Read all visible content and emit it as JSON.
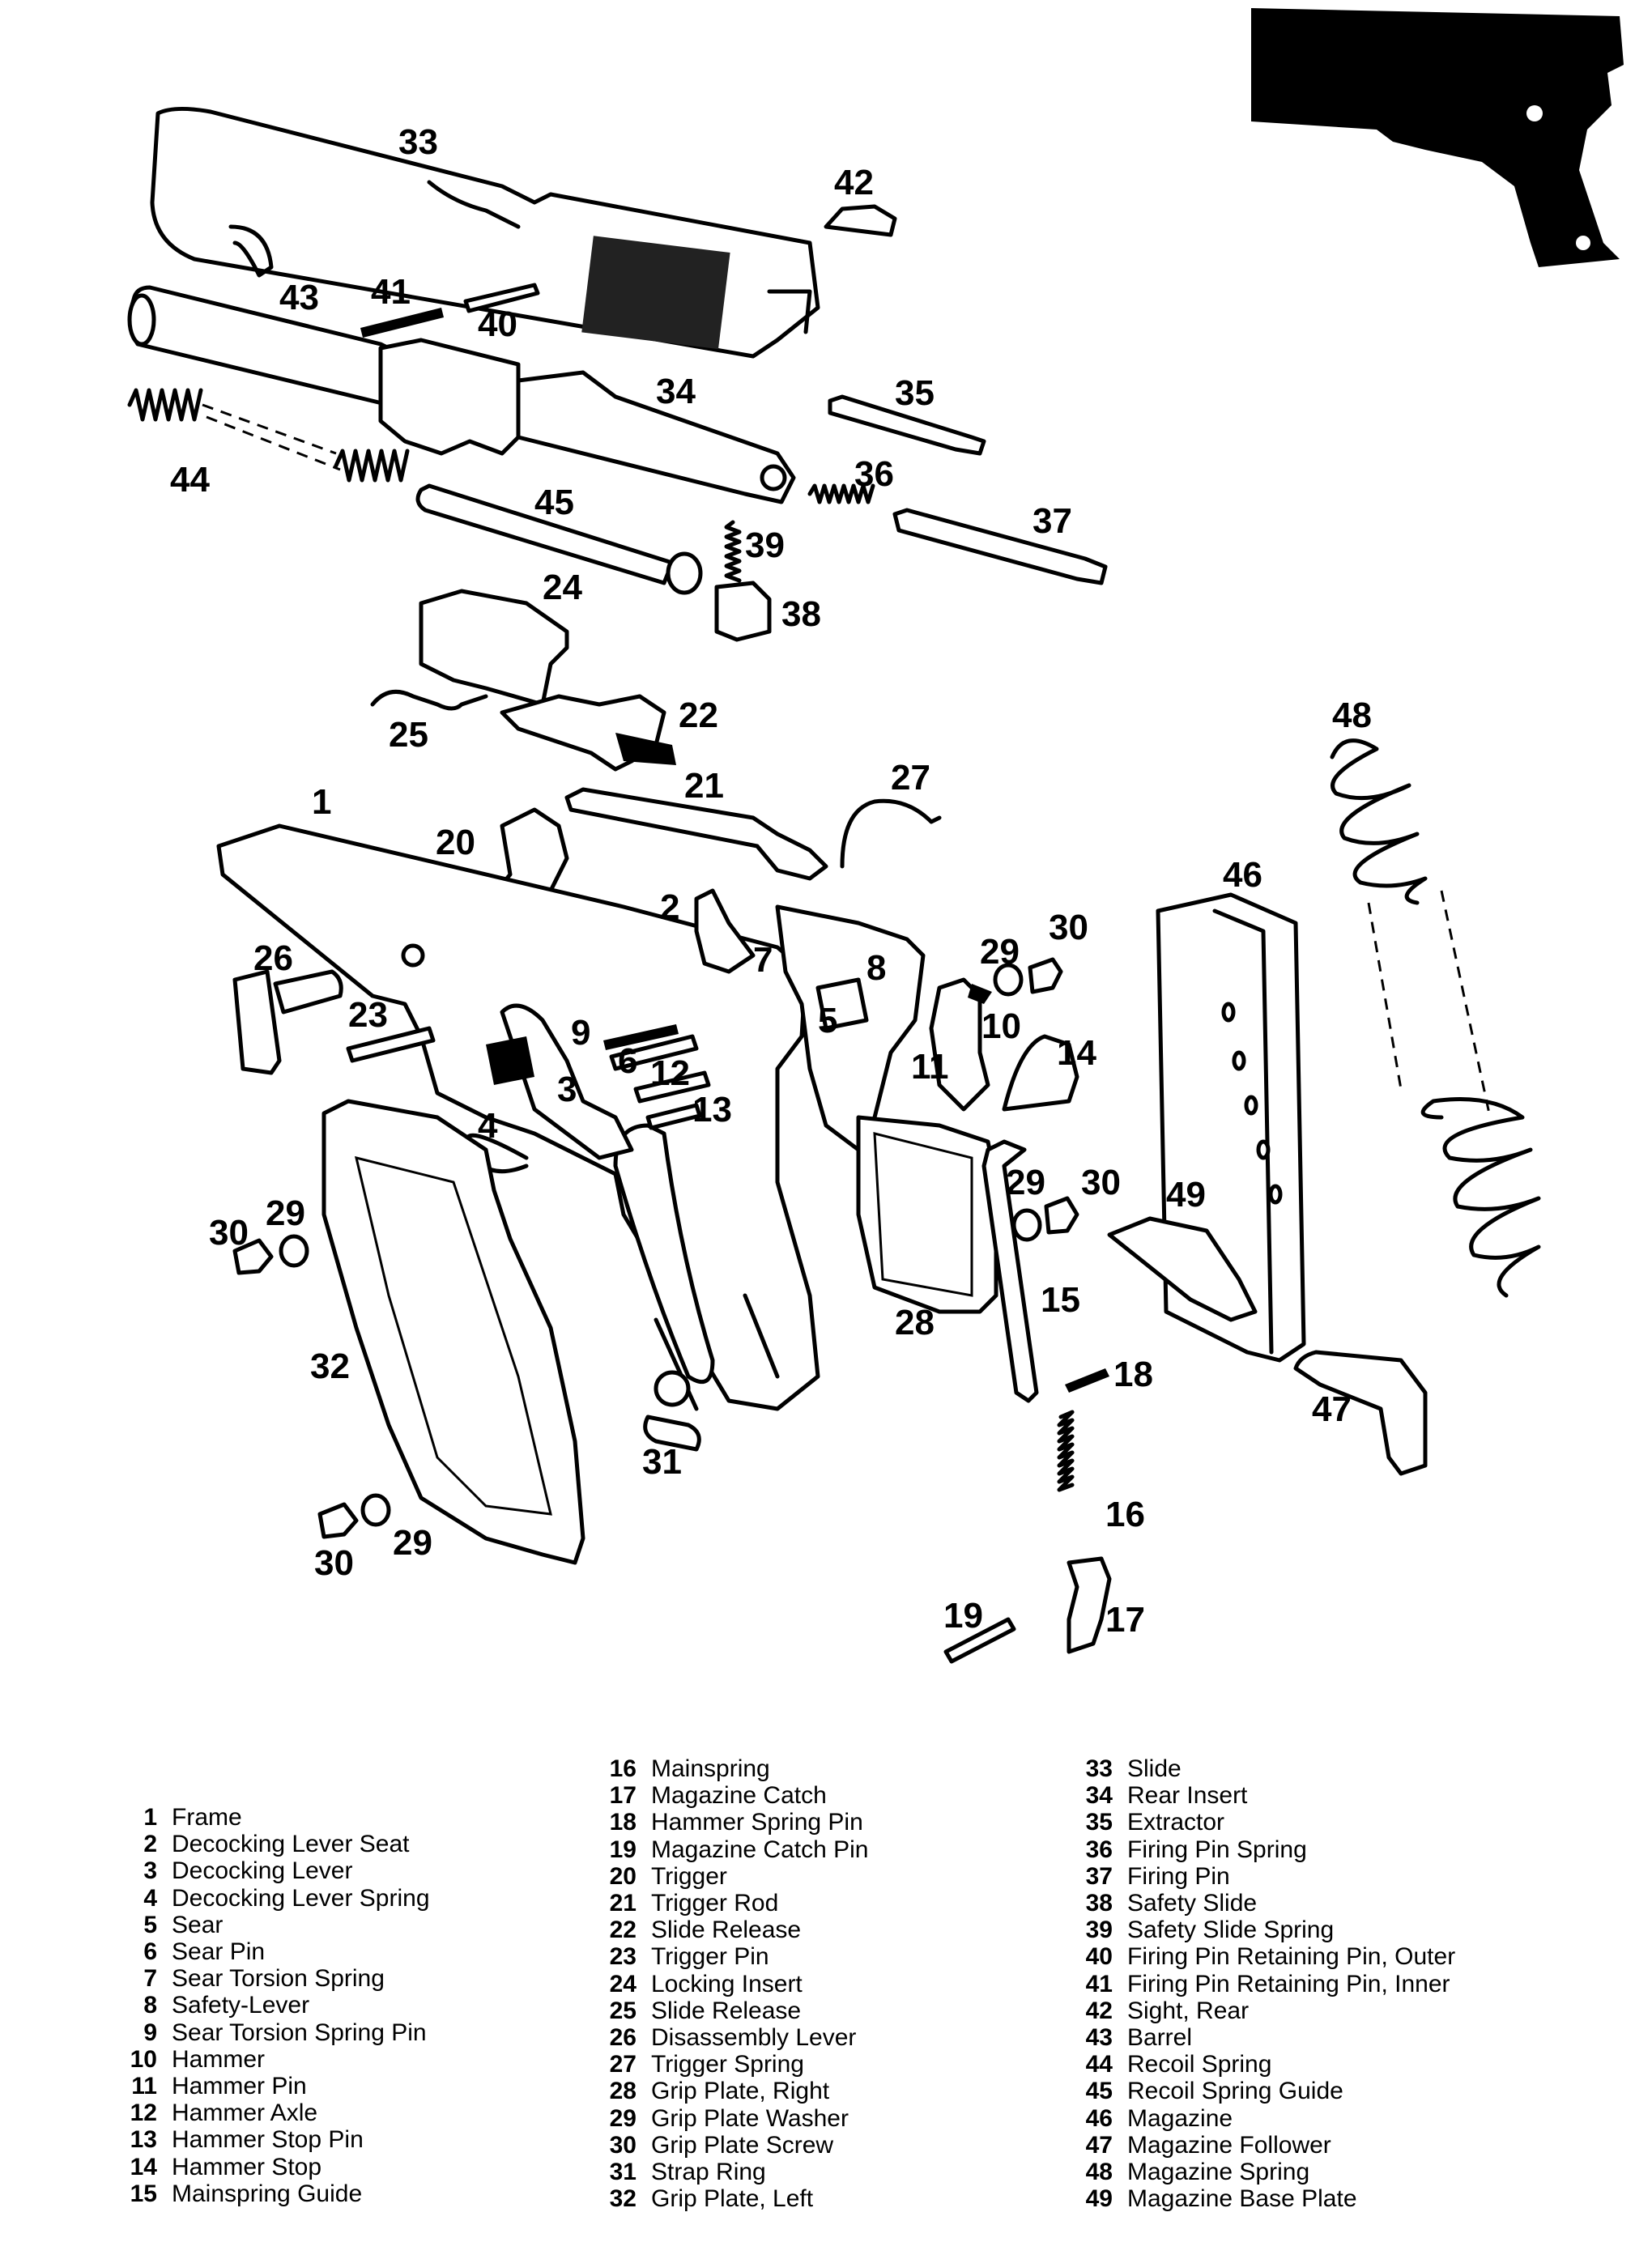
{
  "callouts": [
    "33",
    "42",
    "43",
    "41",
    "40",
    "34",
    "35",
    "44",
    "36",
    "45",
    "37",
    "39",
    "24",
    "38",
    "22",
    "25",
    "48",
    "21",
    "27",
    "1",
    "20",
    "46",
    "2",
    "7",
    "8",
    "29",
    "30",
    "26",
    "5",
    "10",
    "9",
    "6",
    "14",
    "23",
    "12",
    "3",
    "11",
    "13",
    "4",
    "29",
    "30",
    "30",
    "29",
    "49",
    "28",
    "15",
    "32",
    "18",
    "31",
    "47",
    "16",
    "30",
    "29",
    "19",
    "17"
  ],
  "legend": [
    [
      {
        "num": "1",
        "label": "Frame"
      },
      {
        "num": "2",
        "label": "Decocking Lever Seat"
      },
      {
        "num": "3",
        "label": "Decocking Lever"
      },
      {
        "num": "4",
        "label": "Decocking Lever Spring"
      },
      {
        "num": "5",
        "label": "Sear"
      },
      {
        "num": "6",
        "label": "Sear Pin"
      },
      {
        "num": "7",
        "label": "Sear Torsion Spring"
      },
      {
        "num": "8",
        "label": "Safety-Lever"
      },
      {
        "num": "9",
        "label": "Sear Torsion Spring Pin"
      },
      {
        "num": "10",
        "label": "Hammer"
      },
      {
        "num": "11",
        "label": "Hammer Pin"
      },
      {
        "num": "12",
        "label": "Hammer Axle"
      },
      {
        "num": "13",
        "label": "Hammer Stop Pin"
      },
      {
        "num": "14",
        "label": "Hammer Stop"
      },
      {
        "num": "15",
        "label": "Mainspring Guide"
      }
    ],
    [
      {
        "num": "16",
        "label": "Mainspring"
      },
      {
        "num": "17",
        "label": "Magazine Catch"
      },
      {
        "num": "18",
        "label": "Hammer Spring Pin"
      },
      {
        "num": "19",
        "label": "Magazine Catch Pin"
      },
      {
        "num": "20",
        "label": "Trigger"
      },
      {
        "num": "21",
        "label": "Trigger Rod"
      },
      {
        "num": "22",
        "label": "Slide Release"
      },
      {
        "num": "23",
        "label": "Trigger Pin"
      },
      {
        "num": "24",
        "label": "Locking Insert"
      },
      {
        "num": "25",
        "label": "Slide Release"
      },
      {
        "num": "26",
        "label": "Disassembly Lever"
      },
      {
        "num": "27",
        "label": "Trigger Spring"
      },
      {
        "num": "28",
        "label": "Grip Plate, Right"
      },
      {
        "num": "29",
        "label": "Grip Plate Washer"
      },
      {
        "num": "30",
        "label": "Grip Plate Screw"
      },
      {
        "num": "31",
        "label": "Strap Ring"
      },
      {
        "num": "32",
        "label": "Grip Plate, Left"
      }
    ],
    [
      {
        "num": "33",
        "label": "Slide"
      },
      {
        "num": "34",
        "label": "Rear Insert"
      },
      {
        "num": "35",
        "label": "Extractor"
      },
      {
        "num": "36",
        "label": "Firing Pin Spring"
      },
      {
        "num": "37",
        "label": "Firing Pin"
      },
      {
        "num": "38",
        "label": "Safety Slide"
      },
      {
        "num": "39",
        "label": "Safety Slide Spring"
      },
      {
        "num": "40",
        "label": "Firing Pin Retaining Pin, Outer"
      },
      {
        "num": "41",
        "label": "Firing Pin Retaining Pin, Inner"
      },
      {
        "num": "42",
        "label": "Sight, Rear"
      },
      {
        "num": "43",
        "label": "Barrel"
      },
      {
        "num": "44",
        "label": "Recoil Spring"
      },
      {
        "num": "45",
        "label": "Recoil Spring Guide"
      },
      {
        "num": "46",
        "label": "Magazine"
      },
      {
        "num": "47",
        "label": "Magazine Follower"
      },
      {
        "num": "48",
        "label": "Magazine Spring"
      },
      {
        "num": "49",
        "label": "Magazine Base Plate"
      }
    ]
  ]
}
